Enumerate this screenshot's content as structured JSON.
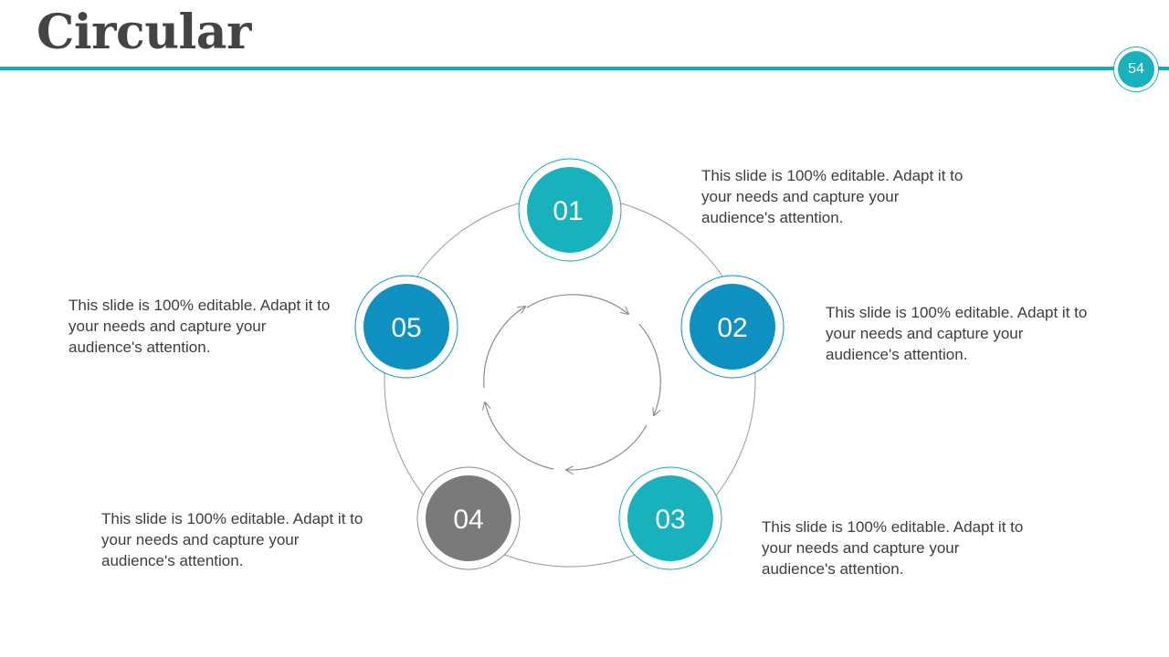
{
  "title": "Circular",
  "page_number": "54",
  "colors": {
    "accent": "#17aab5",
    "teal": "#17b2bb",
    "blue": "#0e90c0",
    "gray": "#7a7a7a",
    "text": "#3d3d3d"
  },
  "steps": [
    {
      "number": "01",
      "color": "#17b2bb",
      "text": "This slide is 100% editable. Adapt it to your needs and capture your audience's attention."
    },
    {
      "number": "02",
      "color": "#0e90c0",
      "text": "This slide is 100% editable. Adapt it to your needs and capture your audience's attention."
    },
    {
      "number": "03",
      "color": "#17b2bb",
      "text": "This slide is 100% editable. Adapt it to your needs and capture your audience's attention."
    },
    {
      "number": "04",
      "color": "#7a7a7a",
      "text": "This slide is 100% editable. Adapt it to your needs and capture your audience's attention."
    },
    {
      "number": "05",
      "color": "#0e90c0",
      "text": "This slide is 100% editable. Adapt it to your needs and capture your audience's attention."
    }
  ]
}
